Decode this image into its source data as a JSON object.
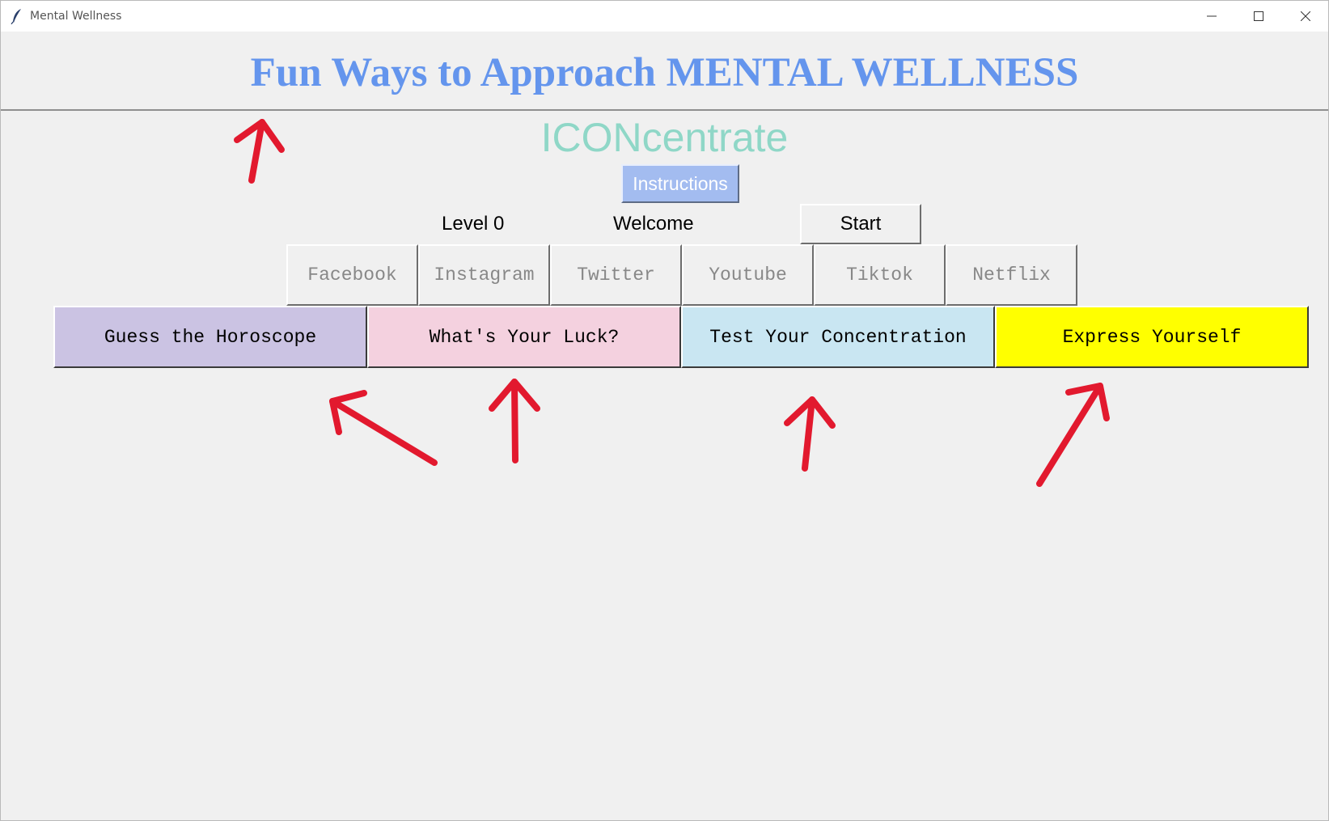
{
  "window": {
    "title": "Mental Wellness"
  },
  "header": {
    "title": "Fun Ways to Approach MENTAL WELLNESS"
  },
  "brand": "ICONcentrate",
  "instructions_label": "Instructions",
  "status": {
    "level": "Level 0",
    "message": "Welcome"
  },
  "start_label": "Start",
  "social_buttons": [
    "Facebook",
    "Instagram",
    "Twitter",
    "Youtube",
    "Tiktok",
    "Netflix"
  ],
  "game_buttons": [
    {
      "label": "Guess the Horoscope",
      "color": "#cbc3e3"
    },
    {
      "label": "What's Your Luck?",
      "color": "#f4d1df"
    },
    {
      "label": "Test Your Concentration",
      "color": "#c9e6f2"
    },
    {
      "label": "Express Yourself",
      "color": "#ffff00"
    }
  ],
  "colors": {
    "title": "#6495ed",
    "brand": "#8fd7c7",
    "instructions_bg": "#a3bcf0",
    "annotation_arrows": "#e2192e"
  },
  "icons": {
    "app": "feather-icon",
    "minimize": "minimize-icon",
    "maximize": "maximize-icon",
    "close": "close-icon"
  }
}
